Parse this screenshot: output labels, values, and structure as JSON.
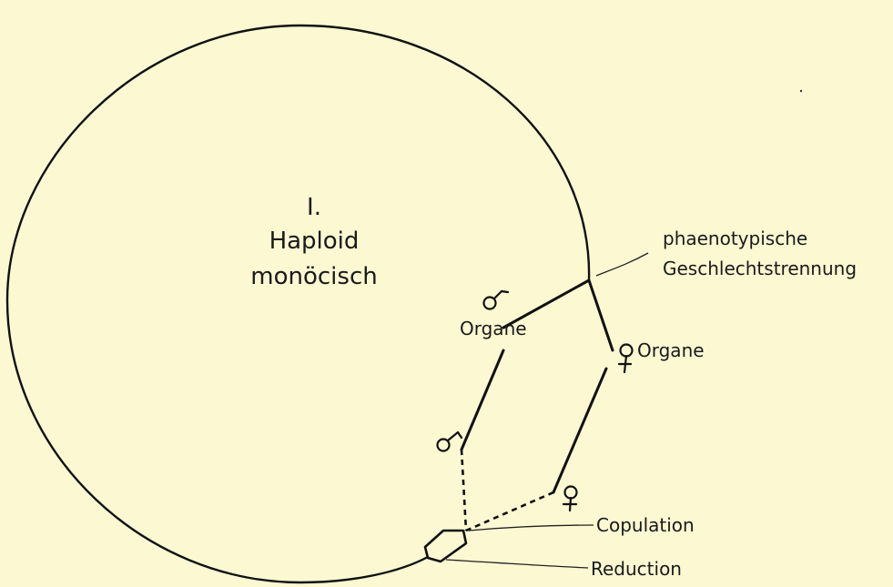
{
  "title_number": "I.",
  "title_line1": "Haploid",
  "title_line2": "monöcisch",
  "annotations": {
    "separation_line1": "phaenotypische",
    "separation_line2": "Geschlechtstrennung",
    "male_organs": "Organe",
    "female_organs": "Organe",
    "copulation": "Copulation",
    "reduction": "Reduction"
  },
  "colors": {
    "background": "#fcf8d2",
    "ink": "#111111"
  },
  "icons": [
    "male-symbol",
    "female-symbol"
  ]
}
